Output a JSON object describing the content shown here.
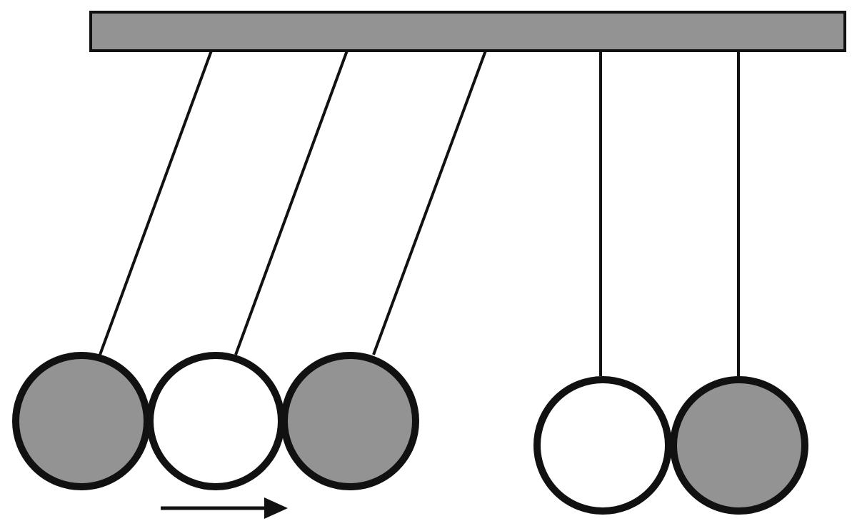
{
  "diagram": {
    "kind": "newtons-cradle",
    "motion_direction": "right",
    "colors": {
      "background": "#ffffff",
      "outline": "#111111",
      "frame_fill": "#939393",
      "ball_gray": "#939393",
      "ball_white": "#ffffff"
    },
    "balls": [
      {
        "id": "ball-1",
        "color": "gray",
        "state": "swinging-left"
      },
      {
        "id": "ball-2",
        "color": "white",
        "state": "swinging-left"
      },
      {
        "id": "ball-3",
        "color": "gray",
        "state": "swinging-left"
      },
      {
        "id": "ball-4",
        "color": "white",
        "state": "at-rest"
      },
      {
        "id": "ball-5",
        "color": "gray",
        "state": "at-rest"
      }
    ]
  }
}
